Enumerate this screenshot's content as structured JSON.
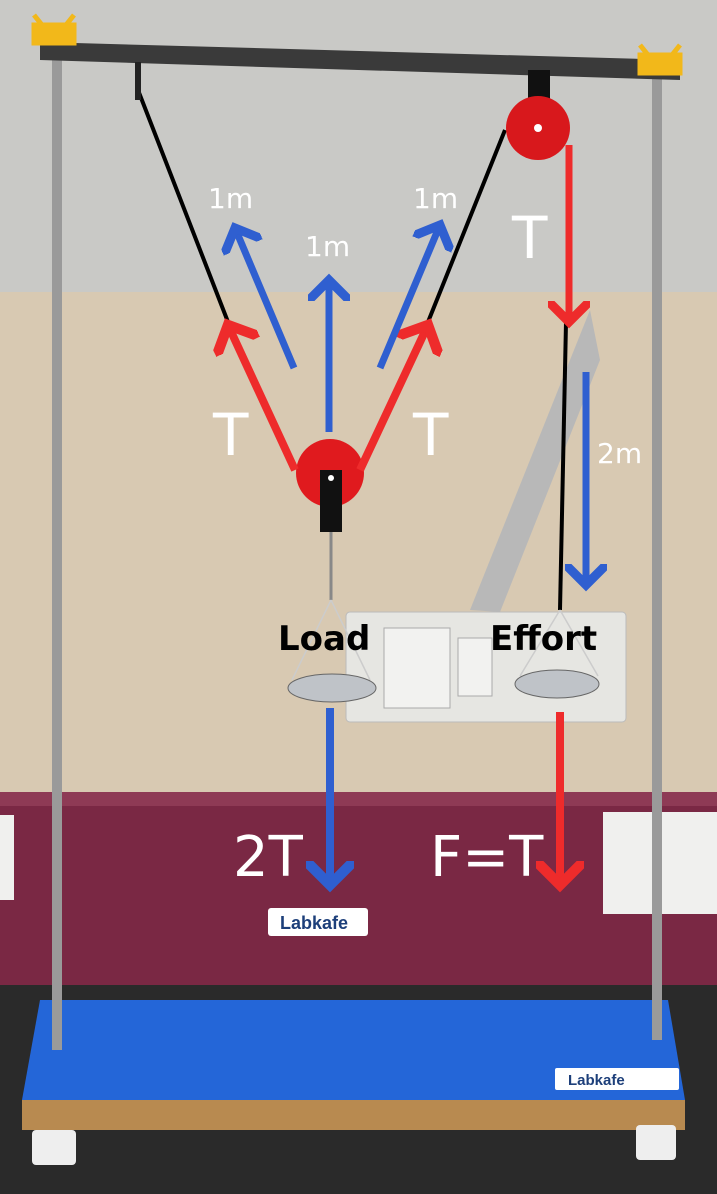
{
  "colors": {
    "tension_arrow": "#ee2b2b",
    "displacement_arrow": "#2f5fd0",
    "base": "#2466d8",
    "counter": "#7a2844",
    "pulley": "#d8181c"
  },
  "labels": {
    "disp_left": "1m",
    "disp_center": "1m",
    "disp_right": "1m",
    "tension_top_right": "T",
    "tension_left": "T",
    "tension_right": "T",
    "disp_effort": "2m",
    "load": "Load",
    "effort": "Effort",
    "load_force": "2T",
    "effort_force": "F=T"
  },
  "logos": {
    "counter_logo": "Labkafe",
    "base_logo": "Labkafe"
  }
}
